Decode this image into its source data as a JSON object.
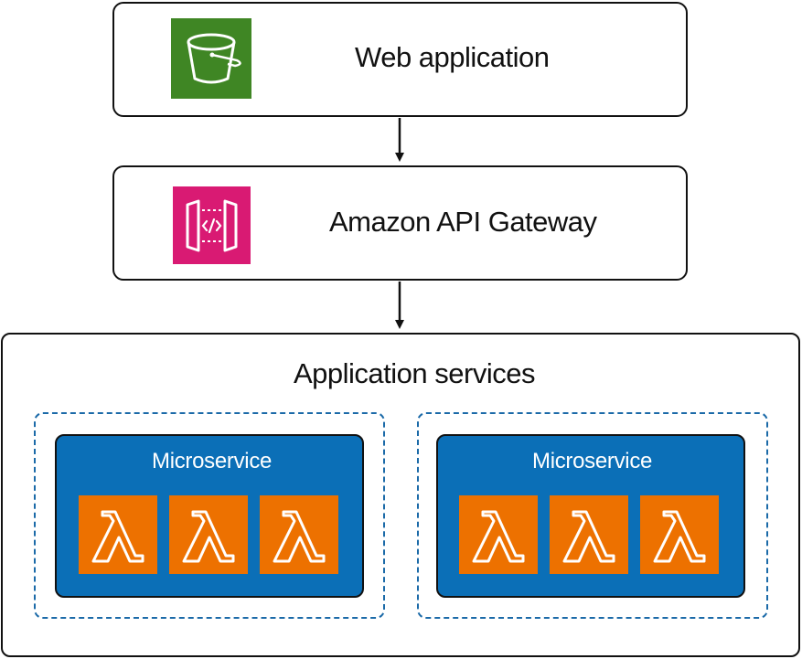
{
  "web_application": {
    "label": "Web application",
    "icon": "s3-bucket-icon",
    "color": "#3f8624"
  },
  "api_gateway": {
    "label": "Amazon API Gateway",
    "icon": "api-gateway-icon",
    "color": "#d91a73"
  },
  "application_services": {
    "label": "Application services",
    "microservices": [
      {
        "label": "Microservice",
        "functions": [
          "lambda-icon",
          "lambda-icon",
          "lambda-icon"
        ]
      },
      {
        "label": "Microservice",
        "functions": [
          "lambda-icon",
          "lambda-icon",
          "lambda-icon"
        ]
      }
    ],
    "microservice_color": "#0b6fb7",
    "lambda_color": "#ed7100"
  }
}
